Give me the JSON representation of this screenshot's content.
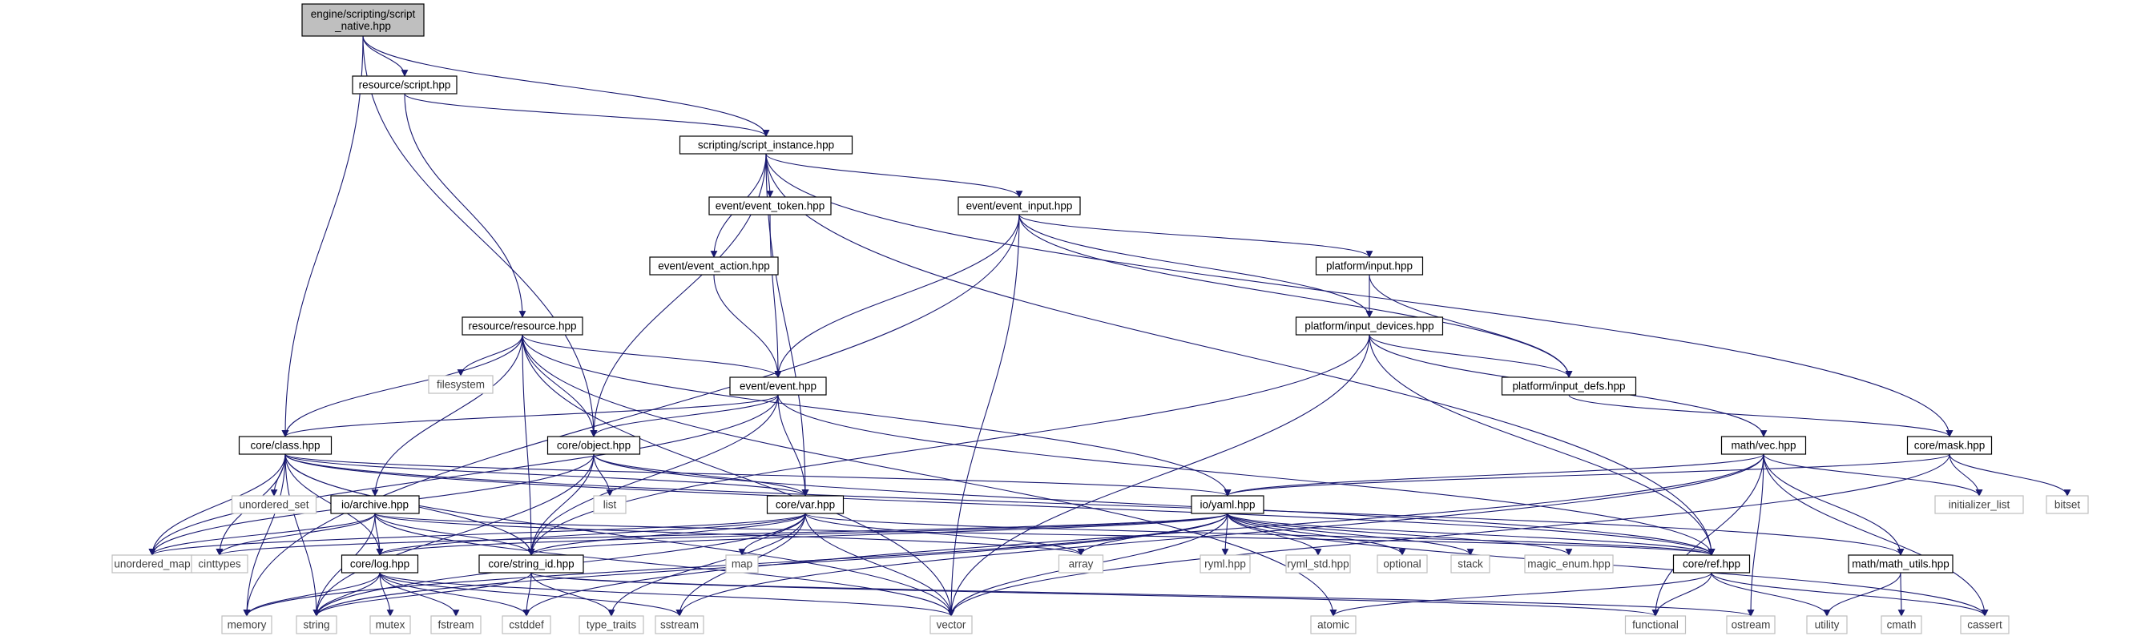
{
  "colors": {
    "edge": "#191970",
    "internal_border": "#000000",
    "external_border": "#bfbfbf",
    "external_text": "#404040",
    "root_fill": "#bfbfbf",
    "node_fill": "#ffffff"
  },
  "nodes": [
    {
      "id": "root",
      "label": "engine/scripting/script\n_native.hpp",
      "kind": "root"
    },
    {
      "id": "rscript",
      "label": "resource/script.hpp",
      "kind": "internal"
    },
    {
      "id": "sinst",
      "label": "scripting/script_instance.hpp",
      "kind": "internal"
    },
    {
      "id": "etoken",
      "label": "event/event_token.hpp",
      "kind": "internal"
    },
    {
      "id": "einput",
      "label": "event/event_input.hpp",
      "kind": "internal"
    },
    {
      "id": "eaction",
      "label": "event/event_action.hpp",
      "kind": "internal"
    },
    {
      "id": "pinput",
      "label": "platform/input.hpp",
      "kind": "internal"
    },
    {
      "id": "rres",
      "label": "resource/resource.hpp",
      "kind": "internal"
    },
    {
      "id": "pdev",
      "label": "platform/input_devices.hpp",
      "kind": "internal"
    },
    {
      "id": "fs",
      "label": "filesystem",
      "kind": "external"
    },
    {
      "id": "event",
      "label": "event/event.hpp",
      "kind": "internal"
    },
    {
      "id": "pdefs",
      "label": "platform/input_defs.hpp",
      "kind": "internal"
    },
    {
      "id": "cclass",
      "label": "core/class.hpp",
      "kind": "internal"
    },
    {
      "id": "cobj",
      "label": "core/object.hpp",
      "kind": "internal"
    },
    {
      "id": "mvec",
      "label": "math/vec.hpp",
      "kind": "internal"
    },
    {
      "id": "cmask",
      "label": "core/mask.hpp",
      "kind": "internal"
    },
    {
      "id": "uset",
      "label": "unordered_set",
      "kind": "external"
    },
    {
      "id": "list",
      "label": "list",
      "kind": "external"
    },
    {
      "id": "ioarch",
      "label": "io/archive.hpp",
      "kind": "internal"
    },
    {
      "id": "cvar",
      "label": "core/var.hpp",
      "kind": "internal"
    },
    {
      "id": "ioyaml",
      "label": "io/yaml.hpp",
      "kind": "internal"
    },
    {
      "id": "ilist",
      "label": "initializer_list",
      "kind": "external"
    },
    {
      "id": "bitset",
      "label": "bitset",
      "kind": "external"
    },
    {
      "id": "umap",
      "label": "unordered_map",
      "kind": "external"
    },
    {
      "id": "cint",
      "label": "cinttypes",
      "kind": "external"
    },
    {
      "id": "clog",
      "label": "core/log.hpp",
      "kind": "internal"
    },
    {
      "id": "csid",
      "label": "core/string_id.hpp",
      "kind": "internal"
    },
    {
      "id": "map",
      "label": "map",
      "kind": "external"
    },
    {
      "id": "array",
      "label": "array",
      "kind": "external"
    },
    {
      "id": "ryml",
      "label": "ryml.hpp",
      "kind": "external"
    },
    {
      "id": "rymlstd",
      "label": "ryml_std.hpp",
      "kind": "external"
    },
    {
      "id": "optional",
      "label": "optional",
      "kind": "external"
    },
    {
      "id": "stack",
      "label": "stack",
      "kind": "external"
    },
    {
      "id": "magic",
      "label": "magic_enum.hpp",
      "kind": "external"
    },
    {
      "id": "cref",
      "label": "core/ref.hpp",
      "kind": "internal"
    },
    {
      "id": "mutils",
      "label": "math/math_utils.hpp",
      "kind": "internal"
    },
    {
      "id": "memory",
      "label": "memory",
      "kind": "external"
    },
    {
      "id": "string",
      "label": "string",
      "kind": "external"
    },
    {
      "id": "mutex",
      "label": "mutex",
      "kind": "external"
    },
    {
      "id": "fstream",
      "label": "fstream",
      "kind": "external"
    },
    {
      "id": "cstddef",
      "label": "cstddef",
      "kind": "external"
    },
    {
      "id": "ttraits",
      "label": "type_traits",
      "kind": "external"
    },
    {
      "id": "sstream",
      "label": "sstream",
      "kind": "external"
    },
    {
      "id": "vector",
      "label": "vector",
      "kind": "external"
    },
    {
      "id": "atomic",
      "label": "atomic",
      "kind": "external"
    },
    {
      "id": "functional",
      "label": "functional",
      "kind": "external"
    },
    {
      "id": "ostream",
      "label": "ostream",
      "kind": "external"
    },
    {
      "id": "utility",
      "label": "utility",
      "kind": "external"
    },
    {
      "id": "cmath",
      "label": "cmath",
      "kind": "external"
    },
    {
      "id": "cassert",
      "label": "cassert",
      "kind": "external"
    }
  ],
  "edges": [
    [
      "root",
      "rscript"
    ],
    [
      "root",
      "sinst"
    ],
    [
      "root",
      "cclass"
    ],
    [
      "root",
      "cobj"
    ],
    [
      "rscript",
      "sinst"
    ],
    [
      "rscript",
      "rres"
    ],
    [
      "sinst",
      "etoken"
    ],
    [
      "sinst",
      "einput"
    ],
    [
      "sinst",
      "eaction"
    ],
    [
      "sinst",
      "cobj"
    ],
    [
      "sinst",
      "cvar"
    ],
    [
      "sinst",
      "cmask"
    ],
    [
      "sinst",
      "cref"
    ],
    [
      "etoken",
      "event"
    ],
    [
      "eaction",
      "event"
    ],
    [
      "einput",
      "pinput"
    ],
    [
      "einput",
      "pdev"
    ],
    [
      "einput",
      "pdefs"
    ],
    [
      "einput",
      "event"
    ],
    [
      "einput",
      "vector"
    ],
    [
      "einput",
      "memory"
    ],
    [
      "pinput",
      "pdev"
    ],
    [
      "pinput",
      "pdefs"
    ],
    [
      "pdev",
      "pdefs"
    ],
    [
      "pdev",
      "mvec"
    ],
    [
      "pdev",
      "cref"
    ],
    [
      "pdev",
      "csid"
    ],
    [
      "pdev",
      "vector"
    ],
    [
      "pdefs",
      "cmask"
    ],
    [
      "rres",
      "fs"
    ],
    [
      "rres",
      "event"
    ],
    [
      "rres",
      "cclass"
    ],
    [
      "rres",
      "cobj"
    ],
    [
      "rres",
      "ioarch"
    ],
    [
      "rres",
      "csid"
    ],
    [
      "rres",
      "ioyaml"
    ],
    [
      "rres",
      "vector"
    ],
    [
      "rres",
      "atomic"
    ],
    [
      "event",
      "cclass"
    ],
    [
      "event",
      "cobj"
    ],
    [
      "event",
      "cvar"
    ],
    [
      "event",
      "cref"
    ],
    [
      "event",
      "csid"
    ],
    [
      "event",
      "umap"
    ],
    [
      "cclass",
      "uset"
    ],
    [
      "cclass",
      "umap"
    ],
    [
      "cclass",
      "cint"
    ],
    [
      "cclass",
      "clog"
    ],
    [
      "cclass",
      "csid"
    ],
    [
      "cclass",
      "cvar"
    ],
    [
      "cclass",
      "cref"
    ],
    [
      "cclass",
      "ioyaml"
    ],
    [
      "cclass",
      "string"
    ],
    [
      "cclass",
      "memory"
    ],
    [
      "cclass",
      "vector"
    ],
    [
      "cclass",
      "mutils"
    ],
    [
      "cobj",
      "list"
    ],
    [
      "cobj",
      "cvar"
    ],
    [
      "cobj",
      "csid"
    ],
    [
      "cobj",
      "cref"
    ],
    [
      "cobj",
      "umap"
    ],
    [
      "cobj",
      "string"
    ],
    [
      "mvec",
      "ioyaml"
    ],
    [
      "mvec",
      "mutils"
    ],
    [
      "mvec",
      "ilist"
    ],
    [
      "mvec",
      "cassert"
    ],
    [
      "mvec",
      "functional"
    ],
    [
      "mvec",
      "ostream"
    ],
    [
      "mvec",
      "sstream"
    ],
    [
      "mvec",
      "cstddef"
    ],
    [
      "cmask",
      "ilist"
    ],
    [
      "cmask",
      "bitset"
    ],
    [
      "cmask",
      "ioyaml"
    ],
    [
      "cmask",
      "vector"
    ],
    [
      "ioarch",
      "clog"
    ],
    [
      "ioarch",
      "csid"
    ],
    [
      "ioarch",
      "cref"
    ],
    [
      "ioarch",
      "umap"
    ],
    [
      "ioarch",
      "cint"
    ],
    [
      "ioarch",
      "array"
    ],
    [
      "ioarch",
      "string"
    ],
    [
      "ioarch",
      "vector"
    ],
    [
      "cvar",
      "csid"
    ],
    [
      "cvar",
      "cref"
    ],
    [
      "cvar",
      "map"
    ],
    [
      "cvar",
      "array"
    ],
    [
      "cvar",
      "vector"
    ],
    [
      "cvar",
      "string"
    ],
    [
      "cvar",
      "sstream"
    ],
    [
      "cvar",
      "ttraits"
    ],
    [
      "cvar",
      "clog"
    ],
    [
      "cvar",
      "umap"
    ],
    [
      "ioyaml",
      "ryml"
    ],
    [
      "ioyaml",
      "rymlstd"
    ],
    [
      "ioyaml",
      "optional"
    ],
    [
      "ioyaml",
      "stack"
    ],
    [
      "ioyaml",
      "magic"
    ],
    [
      "ioyaml",
      "cref"
    ],
    [
      "ioyaml",
      "csid"
    ],
    [
      "ioyaml",
      "clog"
    ],
    [
      "ioyaml",
      "array"
    ],
    [
      "ioyaml",
      "vector"
    ],
    [
      "ioyaml",
      "cint"
    ],
    [
      "ioyaml",
      "string"
    ],
    [
      "ioyaml",
      "memory"
    ],
    [
      "ioyaml",
      "cassert"
    ],
    [
      "clog",
      "memory"
    ],
    [
      "clog",
      "string"
    ],
    [
      "clog",
      "mutex"
    ],
    [
      "clog",
      "fstream"
    ],
    [
      "clog",
      "cstddef"
    ],
    [
      "clog",
      "sstream"
    ],
    [
      "clog",
      "vector"
    ],
    [
      "csid",
      "cstddef"
    ],
    [
      "csid",
      "ttraits"
    ],
    [
      "csid",
      "string"
    ],
    [
      "csid",
      "functional"
    ],
    [
      "csid",
      "ostream"
    ],
    [
      "cref",
      "atomic"
    ],
    [
      "cref",
      "functional"
    ],
    [
      "cref",
      "utility"
    ],
    [
      "cref",
      "cassert"
    ],
    [
      "mutils",
      "utility"
    ],
    [
      "mutils",
      "cmath"
    ]
  ]
}
